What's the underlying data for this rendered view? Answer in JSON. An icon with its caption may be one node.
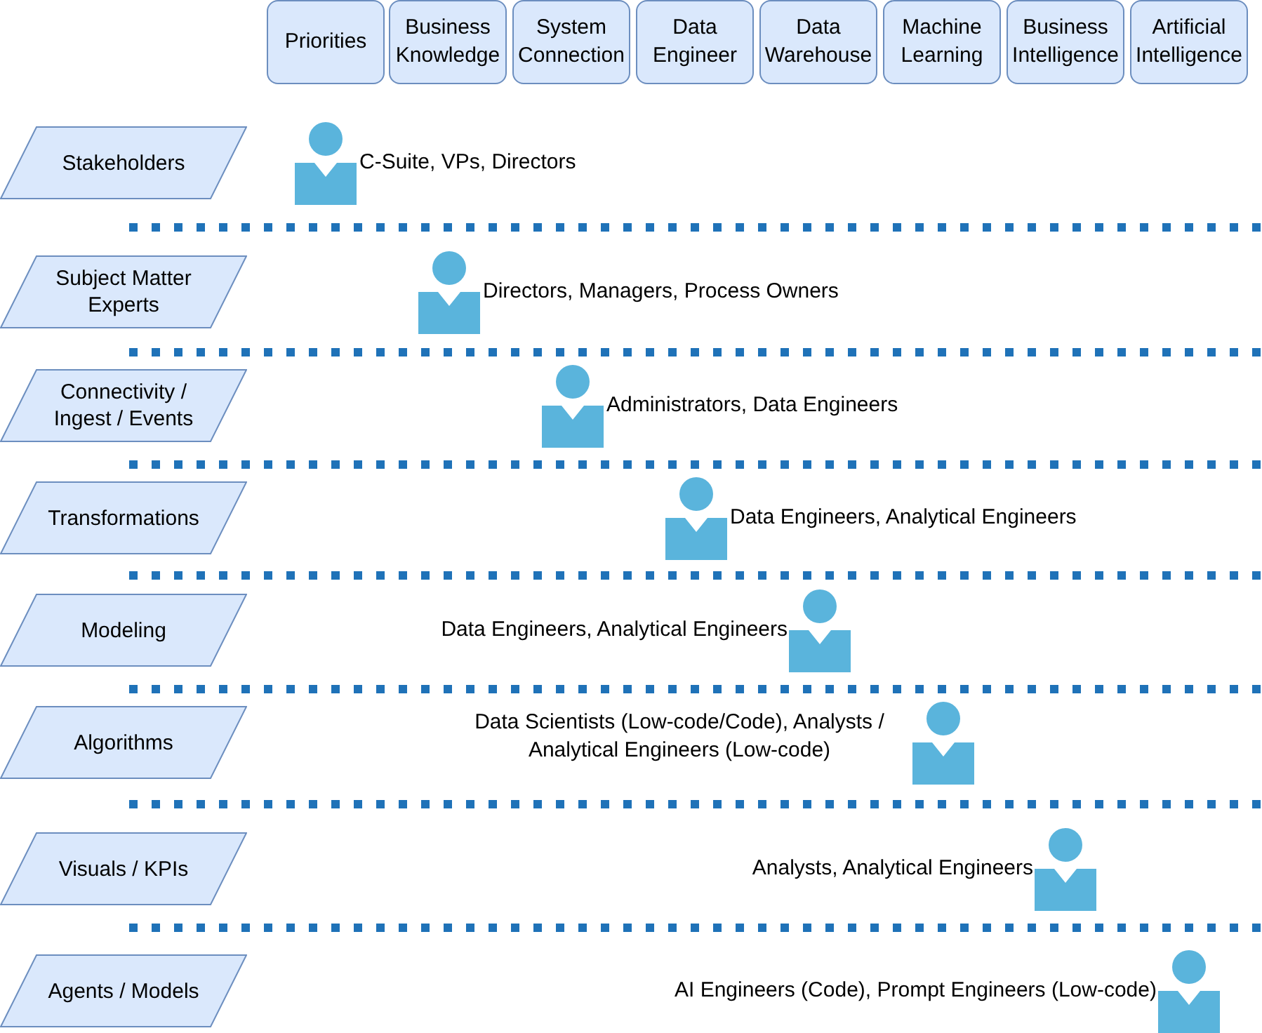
{
  "diagram": {
    "nodes": [
      {
        "text": [
          "Priorities"
        ]
      },
      {
        "text": [
          "Business Knowledge"
        ]
      },
      {
        "text": [
          "System Connection"
        ]
      },
      {
        "text": [
          "Data Engineer"
        ]
      },
      {
        "text": [
          "Data Warehouse"
        ]
      },
      {
        "text": [
          "Machine Learning"
        ]
      },
      {
        "text": [
          "Business Intelligence"
        ]
      },
      {
        "text": [
          "Artificial Intelligence"
        ]
      },
      {
        "text": [
          "Stakeholders"
        ]
      },
      {
        "text": [
          "Subject Matter Experts"
        ]
      },
      {
        "text": [
          "Connectivity / Ingest / Events"
        ]
      },
      {
        "text": [
          "Transformations"
        ]
      },
      {
        "text": [
          "Modeling"
        ]
      },
      {
        "text": [
          "Algorithms"
        ]
      },
      {
        "text": [
          "Visuals / KPIs"
        ]
      },
      {
        "text": [
          "Agents / Models"
        ]
      },
      {
        "text": [],
        "shape": "person",
        "beside": [
          "C-Suite, VPs, Directors"
        ]
      },
      {
        "text": [],
        "shape": "person",
        "beside": [
          "Directors, Managers, Process Owners"
        ]
      },
      {
        "text": [],
        "shape": "person",
        "beside": [
          "Administrators, Data Engineers"
        ]
      },
      {
        "text": [],
        "shape": "person",
        "beside": [
          "Data Engineers, Analytical Engineers"
        ]
      },
      {
        "text": [],
        "shape": "person",
        "beside": [
          "Data Engineers, Analytical Engineers"
        ]
      },
      {
        "text": [],
        "shape": "person",
        "beside": [
          "Data Scientists (Low-code/Code), Analysts / Analytical Engineers (Low-code)"
        ]
      },
      {
        "text": [],
        "shape": "person",
        "beside": [
          "Analysts, Analytical Engineers"
        ]
      },
      {
        "text": [],
        "shape": "person",
        "beside": [
          "AI Engineers (Code), Prompt Engineers (Low-code)"
        ]
      }
    ]
  }
}
